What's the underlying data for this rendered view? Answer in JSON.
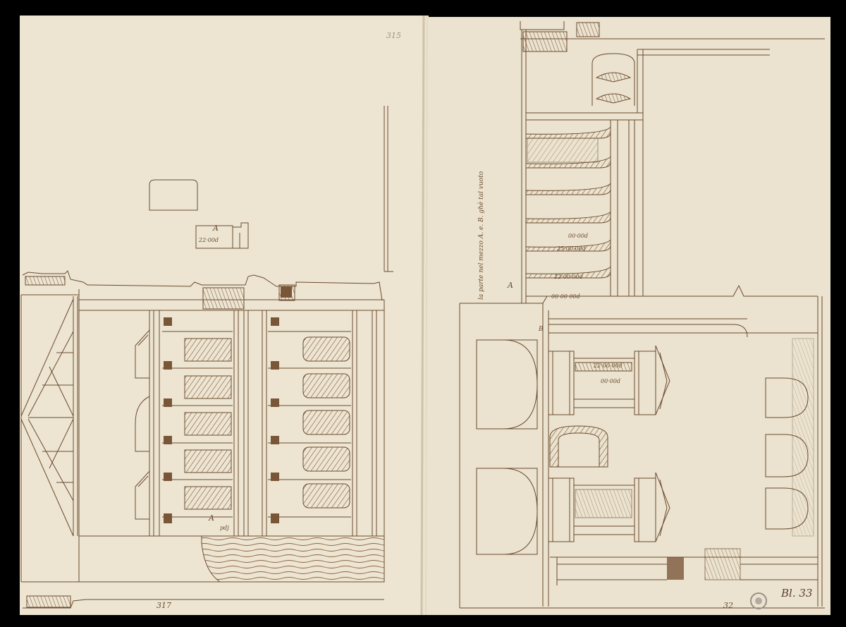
{
  "sheet": {
    "folio_left": "317",
    "folio_right": "32",
    "folio_top": "315",
    "shelfmark": "Bl. 33"
  },
  "labels": {
    "marker_a": "A",
    "marker_b": "B",
    "measure_a": "22·00d",
    "side_inscription": "la parte nel mezzo A. e. B. ghè tal vuoto",
    "dim_1": "22·00·00d",
    "dim_2": "25·00·00d",
    "dim_3": "00·00d",
    "dim_4": "00·00·00d",
    "dim_5": "22·00·00d",
    "dim_6": "00·00d",
    "dim_7": "pdj"
  },
  "colors": {
    "paper": "#ece3cf",
    "paper_edge": "#dcd1b8",
    "ink": "#6b4a2e",
    "ink_light": "#8a6a4a",
    "background": "#000000"
  }
}
